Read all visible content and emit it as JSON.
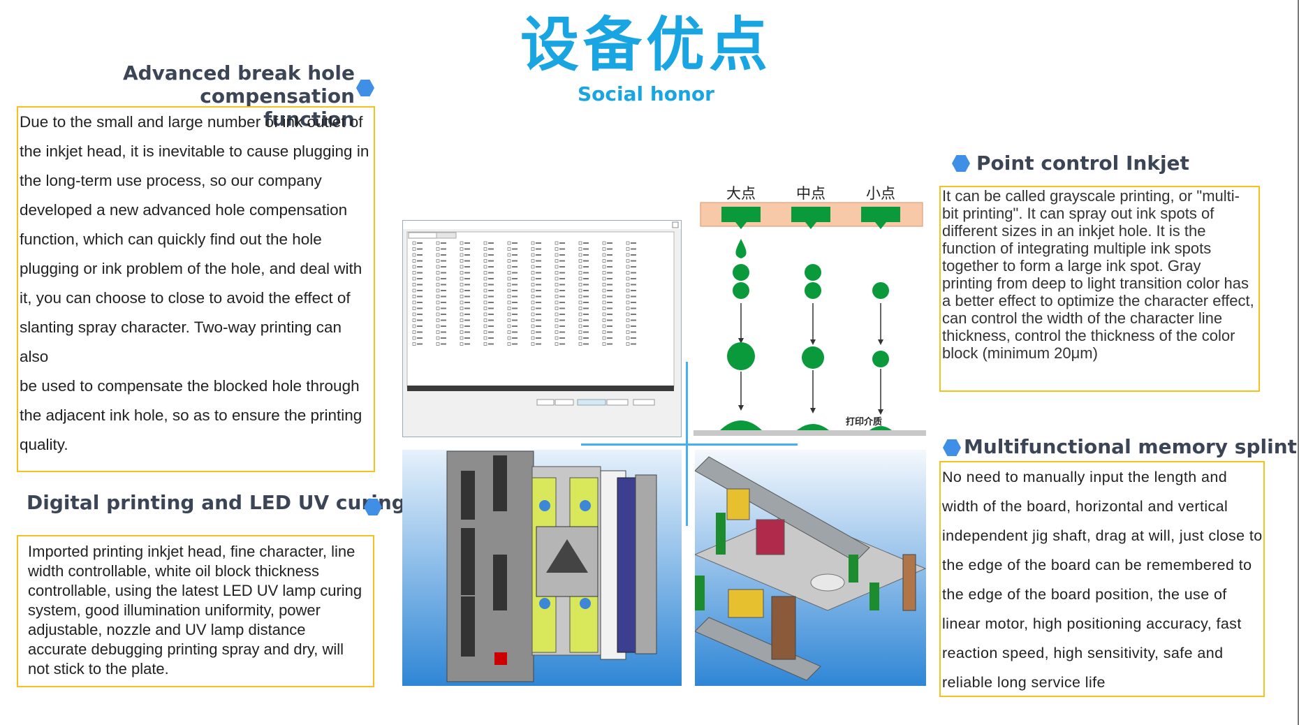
{
  "page": {
    "title": "设备优点",
    "subtitle": "Social honor"
  },
  "sections": {
    "break_hole": {
      "heading_line1": "Advanced break hole",
      "heading_line2": "compensation function",
      "lines": [
        "Due to the small and large number of ink outlet of",
        "the inkjet head, it is inevitable to cause plugging in",
        "the long-term use process, so our company",
        "developed a new advanced hole compensation",
        "function, which can quickly find out the hole",
        "plugging or ink problem of the hole, and deal with",
        "it, you can choose to close to avoid the effect of",
        "slanting spray character. Two-way printing can also",
        "be used to compensate the blocked hole through",
        "the adjacent ink hole, so as to ensure the printing",
        "quality."
      ]
    },
    "digital_printing": {
      "heading": "Digital printing and LED UV curing",
      "lines": [
        "Imported printing inkjet head, fine character, line",
        "width controllable, white oil block thickness",
        "controllable, using the latest LED UV lamp curing",
        "system, good illumination uniformity, power",
        "adjustable, nozzle and UV lamp distance",
        "accurate debugging printing spray and dry, will",
        "not stick to the plate."
      ]
    },
    "point_control": {
      "heading": "Point control Inkjet",
      "lines": [
        "It can be called grayscale printing, or \"multi-",
        "bit printing\". It can spray out ink spots of",
        "different sizes in an inkjet hole. It is the",
        "function of integrating multiple ink spots",
        "together to form a large ink spot. Gray",
        "printing from deep to light transition color has",
        "a better effect to optimize the character effect,",
        "can control the width of the character line",
        "thickness, control the thickness of the color",
        "block (minimum 20μm)"
      ]
    },
    "memory_splint": {
      "heading": "Multifunctional memory splint",
      "lines": [
        "No need to manually input the length and",
        "width of the board, horizontal and vertical",
        "independent jig shaft, drag at will, just close to",
        "the edge of the board can be remembered to",
        "the edge of the board position, the use of",
        "linear motor, high positioning accuracy, fast",
        "reaction speed, high sensitivity, safe and",
        "reliable long service life"
      ]
    }
  },
  "diagram": {
    "labels": [
      "大点",
      "中点",
      "小点"
    ],
    "medium_label": "打印介质"
  },
  "colors": {
    "title_blue": "#19a4e2",
    "frame_yellow": "#f5c21b",
    "hex_blue": "#3f8fe6",
    "ink_green": "#0a9a3c",
    "heading_gray": "#3c4556"
  }
}
